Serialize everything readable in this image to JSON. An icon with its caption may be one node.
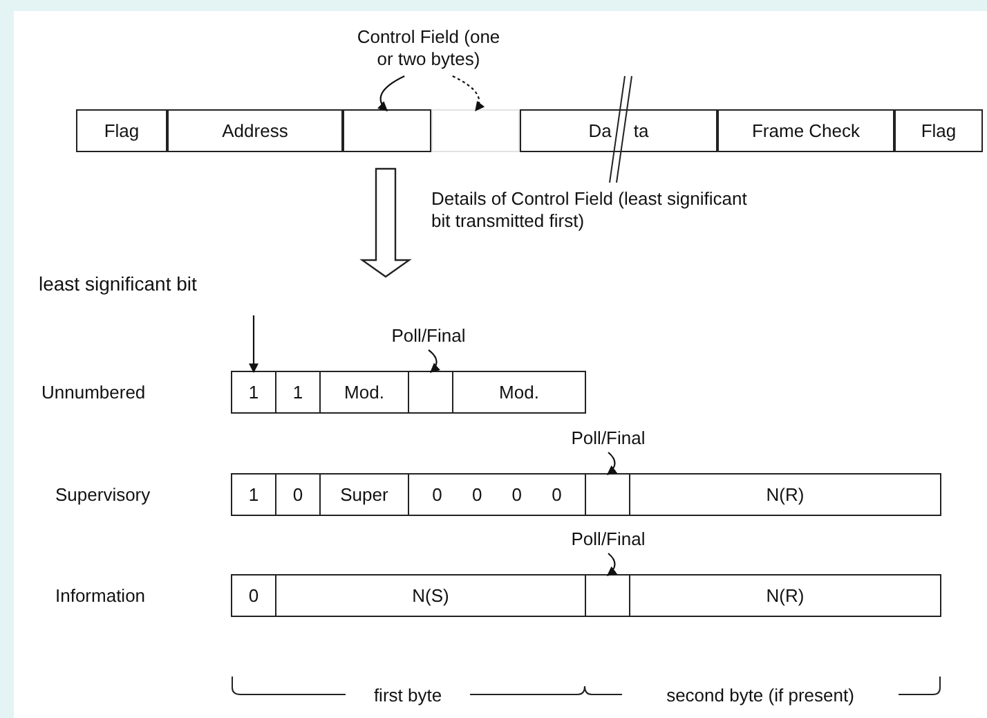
{
  "diagram": {
    "nodes": [
      {
        "text": [
          "Flag"
        ]
      },
      {
        "text": [
          "Address"
        ]
      },
      {
        "text": [],
        "shape": "box"
      },
      {
        "text": [],
        "shape": "box"
      },
      {
        "text": [
          "Da",
          "ta"
        ]
      },
      {
        "text": [
          "Frame Check"
        ]
      },
      {
        "text": [
          "Flag"
        ]
      },
      {
        "text": [
          "Control Field (one or two bytes)"
        ]
      },
      {
        "text": [
          "least significant bit"
        ]
      },
      {
        "text": [
          "Poll/Final"
        ]
      },
      {
        "text": [
          "1"
        ]
      },
      {
        "text": [
          "1"
        ]
      },
      {
        "text": [
          "Mod."
        ]
      },
      {
        "text": [],
        "shape": "box"
      },
      {
        "text": [
          "Mod."
        ]
      },
      {
        "text": [
          "Poll/Final"
        ]
      },
      {
        "text": [
          "1"
        ]
      },
      {
        "text": [
          "0"
        ]
      },
      {
        "text": [
          "Super"
        ]
      },
      {
        "text": [
          "0 0 0 0"
        ]
      },
      {
        "text": [],
        "shape": "box"
      },
      {
        "text": [
          "N(R)"
        ]
      },
      {
        "text": [
          "Poll/Final"
        ]
      },
      {
        "text": [
          "0"
        ]
      },
      {
        "text": [
          "N(S)"
        ]
      },
      {
        "text": [],
        "shape": "box"
      },
      {
        "text": [
          "N(R)"
        ]
      }
    ],
    "edges": [
      {
        "from": 7,
        "to": 2,
        "arrow": "to"
      },
      {
        "from": 7,
        "to": 3,
        "arrow": "to",
        "style": "dashed"
      },
      {
        "from": 8,
        "to": 10,
        "arrow": "to"
      },
      {
        "from": 9,
        "to": 13,
        "arrow": "to"
      },
      {
        "from": 15,
        "to": 20,
        "arrow": "to"
      },
      {
        "from": 22,
        "to": 25,
        "arrow": "to"
      }
    ],
    "labels": [
      "Details of Control Field (least significant bit transmitted first)",
      "Unnumbered",
      "Supervisory",
      "Information",
      "first byte",
      "second byte (if present)"
    ]
  }
}
